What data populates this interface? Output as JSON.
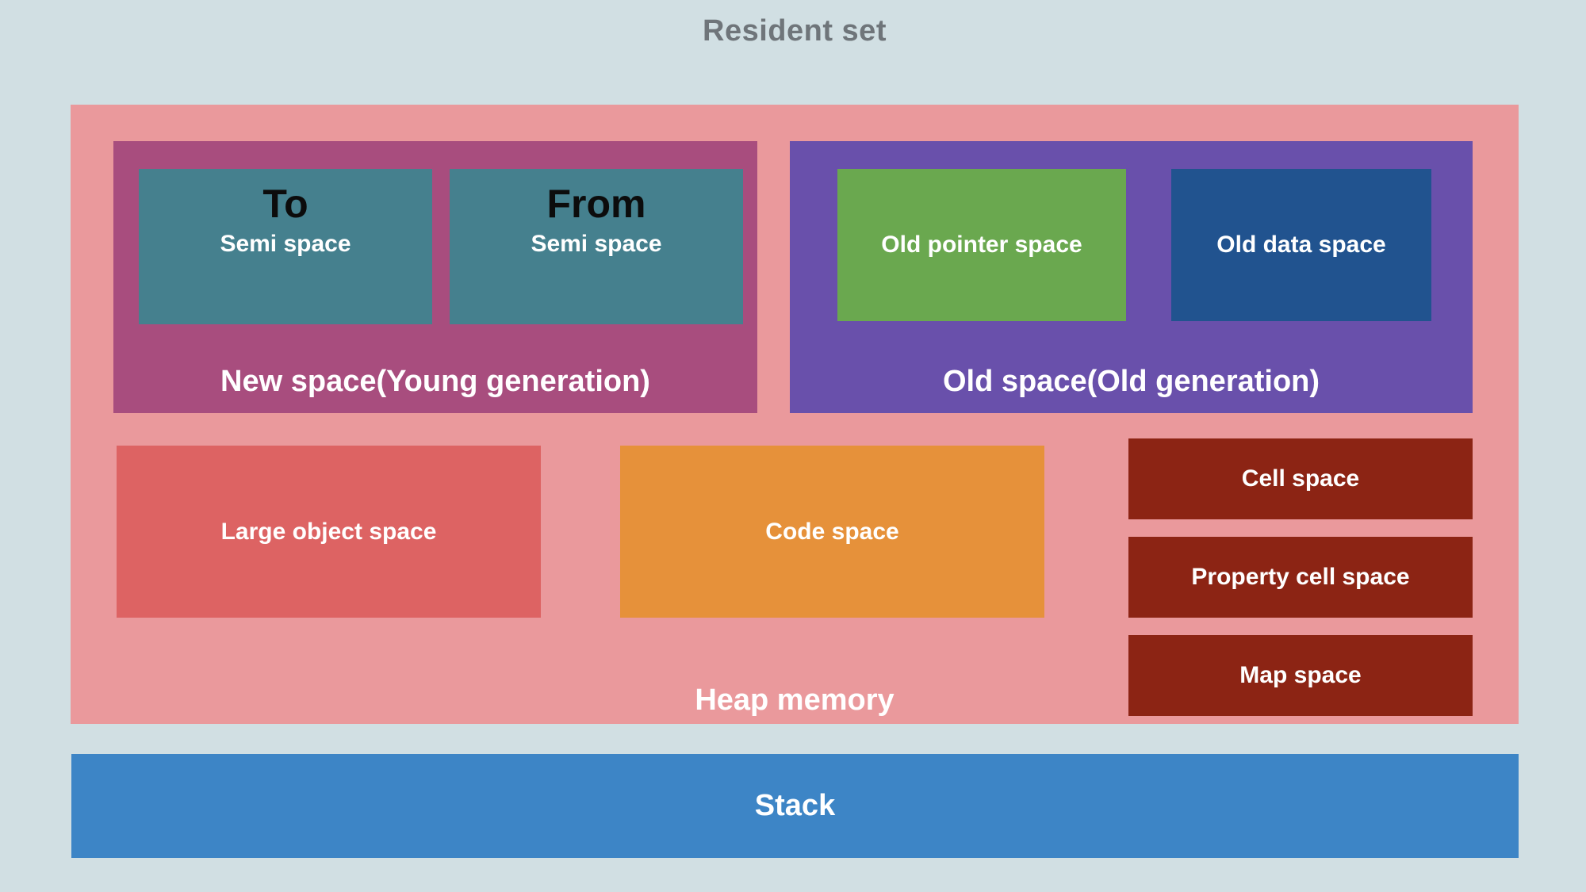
{
  "title": "Resident set",
  "heap": {
    "label": "Heap memory",
    "new_space": {
      "label": "New space(Young generation)",
      "semi_spaces": [
        {
          "title": "To",
          "label": "Semi space"
        },
        {
          "title": "From",
          "label": "Semi space"
        }
      ]
    },
    "old_space": {
      "label": "Old space(Old generation)",
      "boxes": [
        {
          "label": "Old pointer space"
        },
        {
          "label": "Old data space"
        }
      ]
    },
    "large_object_space": {
      "label": "Large object space"
    },
    "code_space": {
      "label": "Code space"
    },
    "side_spaces": [
      {
        "label": "Cell space"
      },
      {
        "label": "Property cell space"
      },
      {
        "label": "Map space"
      }
    ]
  },
  "stack": {
    "label": "Stack"
  },
  "colors": {
    "background": "#d1dfe3",
    "heap_background": "#ea999c",
    "new_space": "#a84d7e",
    "semi_space": "#45808e",
    "old_space": "#6950ab",
    "old_pointer_space": "#6aa84f",
    "old_data_space": "#21538f",
    "large_object_space": "#dd6363",
    "code_space": "#e6913a",
    "cell_spaces": "#8c2414",
    "stack": "#3d85c6",
    "title_text": "#6f757a",
    "label_text": "#ffffff",
    "semi_title_text": "#0c0c0c"
  }
}
